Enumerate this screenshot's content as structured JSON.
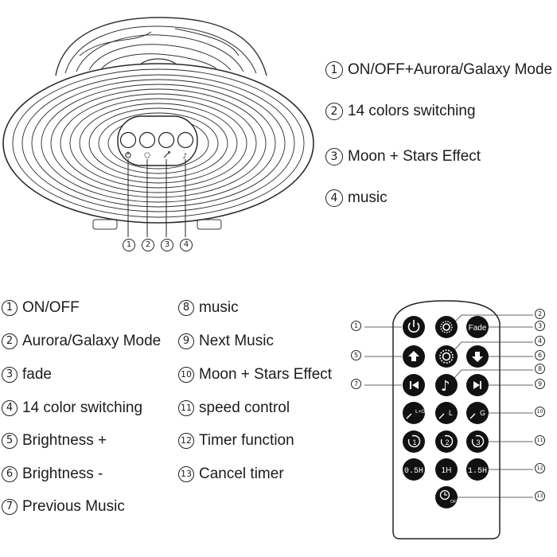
{
  "device_features": [
    {
      "num": "1",
      "label": "ON/OFF+Aurora/Galaxy Mode"
    },
    {
      "num": "2",
      "label": "14 colors switching"
    },
    {
      "num": "3",
      "label": "Moon + Stars Effect"
    },
    {
      "num": "4",
      "label": "music"
    }
  ],
  "device_callouts": [
    "1",
    "2",
    "3",
    "4"
  ],
  "remote_legend_left": [
    {
      "num": "1",
      "label": "ON/OFF"
    },
    {
      "num": "2",
      "label": "Aurora/Galaxy Mode"
    },
    {
      "num": "3",
      "label": "fade"
    },
    {
      "num": "4",
      "label": "14 color switching"
    },
    {
      "num": "5",
      "label": "Brightness +"
    },
    {
      "num": "6",
      "label": "Brightness -"
    },
    {
      "num": "7",
      "label": "Previous Music"
    }
  ],
  "remote_legend_right": [
    {
      "num": "8",
      "label": "music"
    },
    {
      "num": "9",
      "label": "Next Music"
    },
    {
      "num": "10",
      "label": "Moon + Stars Effect"
    },
    {
      "num": "11",
      "label": "speed control"
    },
    {
      "num": "12",
      "label": "Timer function"
    },
    {
      "num": "13",
      "label": "Cancel timer"
    }
  ],
  "remote_buttons": {
    "fade": "Fade",
    "lg": "L+G",
    "l": "L",
    "g": "G",
    "speed1": "1",
    "speed2": "2",
    "speed3": "3",
    "t05": "0.5H",
    "t1": "1H",
    "t15": "1.5H",
    "off": "OFF"
  },
  "remote_callouts": [
    "1",
    "2",
    "3",
    "4",
    "5",
    "6",
    "7",
    "8",
    "9",
    "10",
    "11",
    "12",
    "13"
  ]
}
